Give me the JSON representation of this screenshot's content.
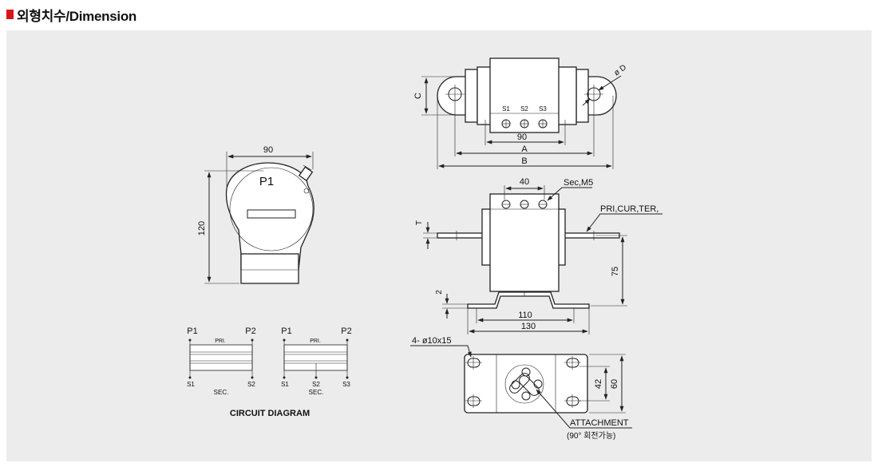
{
  "header": {
    "title": "외형치수/Dimension",
    "accent_color": "#d9141b"
  },
  "panel_color": "#ececec",
  "side_view": {
    "label_p1": "P1",
    "width_dim": "90",
    "height_dim": "120"
  },
  "top_view": {
    "c_dim": "C",
    "d_dim": "ø D",
    "terminals": [
      "S1",
      "S2",
      "S3"
    ],
    "dim_90": "90",
    "dim_a": "A",
    "dim_b": "B"
  },
  "front_view": {
    "dim_40": "40",
    "sec_label": "Sec,M5",
    "pri_label": "PRI,CUR,TER,",
    "t_dim": "T",
    "dim_75": "75",
    "dim_2": "2",
    "dim_110": "110",
    "dim_130": "130"
  },
  "base_view": {
    "holes_label": "4- ø10x15",
    "dim_42": "42",
    "dim_60": "60",
    "attach_label": "ATTACHMENT",
    "rotate_label": "(90° 회전가능)"
  },
  "circuit": {
    "left": {
      "p1": "P1",
      "p2": "P2",
      "pri": "PRI.",
      "s1": "S1",
      "s2": "S2",
      "sec": "SEC."
    },
    "right": {
      "p1": "P1",
      "p2": "P2",
      "pri": "PRI.",
      "s1": "S1",
      "s2": "S2",
      "sec": "SEC.",
      "s3": "S3"
    },
    "caption": "CIRCUIT DIAGRAM"
  }
}
